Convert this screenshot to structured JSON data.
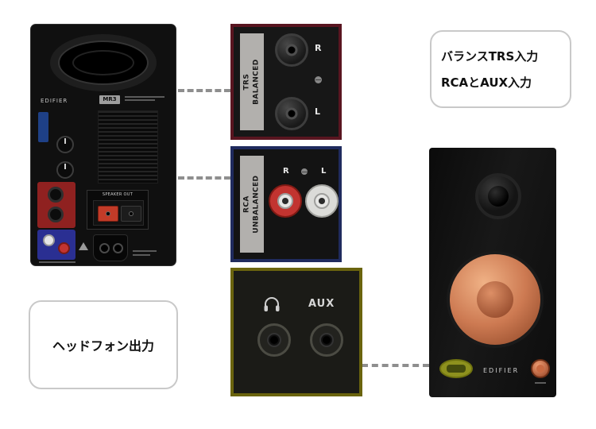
{
  "back_speaker": {
    "brand": "EDIFIER",
    "model": "MR3",
    "speaker_out_label": "SPEAKER OUT"
  },
  "trs_callout": {
    "label_line1": "TRS",
    "label_line2": "BALANCED",
    "jack_r_label": "R",
    "jack_l_label": "L"
  },
  "rca_callout": {
    "label_line1": "RCA",
    "label_line2": "UNBALANCED",
    "jack_r_label": "R",
    "jack_l_label": "L"
  },
  "aux_callout": {
    "headphone_icon": "headphone-icon",
    "aux_label": "AUX"
  },
  "front_speaker": {
    "brand": "EDIFIER"
  },
  "bubble_top_right": {
    "line1": "バランスTRS入力",
    "line2": "RCAとAUX入力"
  },
  "bubble_bottom_left": {
    "text": "ヘッドフォン出力"
  },
  "colors": {
    "trs_callout_border": "#591520",
    "rca_callout_border": "#1f2b5e",
    "aux_callout_border": "#6a640e",
    "woofer_copper": "#cd7a52",
    "rca_red_jack": "#c23430",
    "rca_white_jack": "#dbdbd8",
    "badge_green": "#8e911e",
    "connector_gray": "#8e8e8e"
  }
}
